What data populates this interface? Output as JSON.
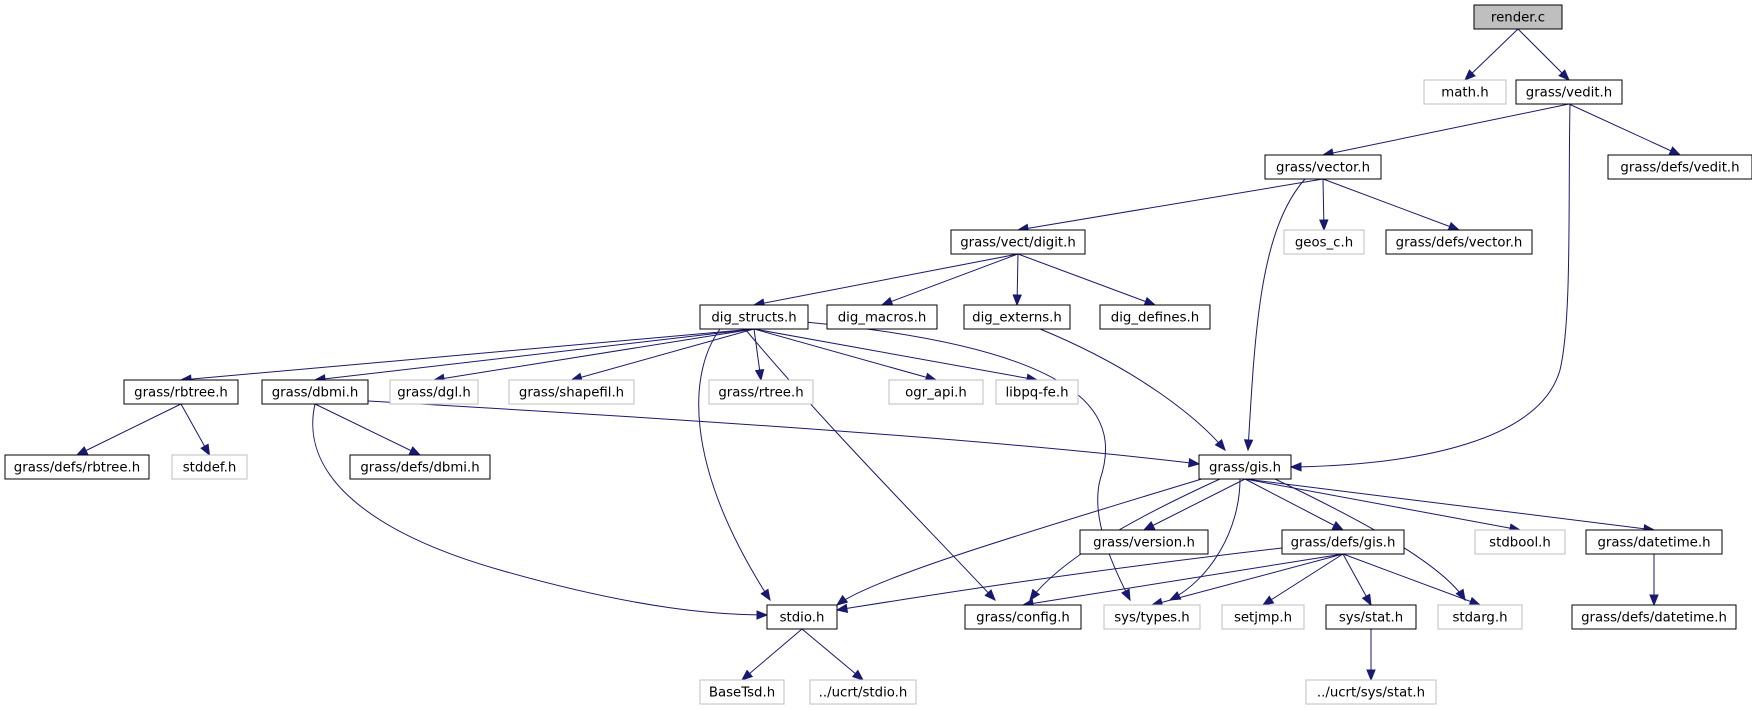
{
  "colors": {
    "edge": "#191970",
    "root_fill": "#bfbfbf",
    "node_border": "#000000",
    "external_border": "#bfbfbf"
  },
  "nodes": {
    "render_c": {
      "label": "render.c",
      "kind": "root"
    },
    "math_h": {
      "label": "math.h",
      "kind": "external"
    },
    "vedit_h": {
      "label": "grass/vedit.h",
      "kind": "local"
    },
    "vector_h": {
      "label": "grass/vector.h",
      "kind": "local"
    },
    "defs_vedit_h": {
      "label": "grass/defs/vedit.h",
      "kind": "local"
    },
    "digit_h": {
      "label": "grass/vect/digit.h",
      "kind": "local"
    },
    "geos_c_h": {
      "label": "geos_c.h",
      "kind": "external"
    },
    "defs_vector_h": {
      "label": "grass/defs/vector.h",
      "kind": "local"
    },
    "dig_structs_h": {
      "label": "dig_structs.h",
      "kind": "local"
    },
    "dig_macros_h": {
      "label": "dig_macros.h",
      "kind": "local"
    },
    "dig_externs_h": {
      "label": "dig_externs.h",
      "kind": "local"
    },
    "dig_defines_h": {
      "label": "dig_defines.h",
      "kind": "local"
    },
    "rbtree_h": {
      "label": "grass/rbtree.h",
      "kind": "local"
    },
    "dbmi_h": {
      "label": "grass/dbmi.h",
      "kind": "local"
    },
    "dgl_h": {
      "label": "grass/dgl.h",
      "kind": "external"
    },
    "shapefil_h": {
      "label": "grass/shapefil.h",
      "kind": "external"
    },
    "rtree_h": {
      "label": "grass/rtree.h",
      "kind": "external"
    },
    "ogr_api_h": {
      "label": "ogr_api.h",
      "kind": "external"
    },
    "libpq_fe_h": {
      "label": "libpq-fe.h",
      "kind": "external"
    },
    "defs_rbtree_h": {
      "label": "grass/defs/rbtree.h",
      "kind": "local"
    },
    "stddef_h": {
      "label": "stddef.h",
      "kind": "external"
    },
    "defs_dbmi_h": {
      "label": "grass/defs/dbmi.h",
      "kind": "local"
    },
    "gis_h": {
      "label": "grass/gis.h",
      "kind": "local"
    },
    "version_h": {
      "label": "grass/version.h",
      "kind": "local"
    },
    "defs_gis_h": {
      "label": "grass/defs/gis.h",
      "kind": "local"
    },
    "stdbool_h": {
      "label": "stdbool.h",
      "kind": "external"
    },
    "datetime_h": {
      "label": "grass/datetime.h",
      "kind": "local"
    },
    "stdio_h": {
      "label": "stdio.h",
      "kind": "local"
    },
    "config_h": {
      "label": "grass/config.h",
      "kind": "local"
    },
    "sys_types_h": {
      "label": "sys/types.h",
      "kind": "external"
    },
    "setjmp_h": {
      "label": "setjmp.h",
      "kind": "external"
    },
    "sys_stat_h": {
      "label": "sys/stat.h",
      "kind": "local"
    },
    "stdarg_h": {
      "label": "stdarg.h",
      "kind": "external"
    },
    "defs_datetime_h": {
      "label": "grass/defs/datetime.h",
      "kind": "local"
    },
    "basetsd_h": {
      "label": "BaseTsd.h",
      "kind": "external"
    },
    "ucrt_stdio_h": {
      "label": "../ucrt/stdio.h",
      "kind": "external"
    },
    "ucrt_sys_stat_h": {
      "label": "../ucrt/sys/stat.h",
      "kind": "external"
    }
  },
  "edges": [
    [
      "render_c",
      "math_h"
    ],
    [
      "render_c",
      "vedit_h"
    ],
    [
      "vedit_h",
      "vector_h"
    ],
    [
      "vedit_h",
      "defs_vedit_h"
    ],
    [
      "vedit_h",
      "gis_h"
    ],
    [
      "vector_h",
      "digit_h"
    ],
    [
      "vector_h",
      "gis_h"
    ],
    [
      "vector_h",
      "geos_c_h"
    ],
    [
      "vector_h",
      "defs_vector_h"
    ],
    [
      "digit_h",
      "dig_structs_h"
    ],
    [
      "digit_h",
      "dig_macros_h"
    ],
    [
      "digit_h",
      "dig_externs_h"
    ],
    [
      "digit_h",
      "dig_defines_h"
    ],
    [
      "dig_structs_h",
      "rbtree_h"
    ],
    [
      "dig_structs_h",
      "dbmi_h"
    ],
    [
      "dig_structs_h",
      "dgl_h"
    ],
    [
      "dig_structs_h",
      "shapefil_h"
    ],
    [
      "dig_structs_h",
      "stdio_h"
    ],
    [
      "dig_structs_h",
      "rtree_h"
    ],
    [
      "dig_structs_h",
      "config_h"
    ],
    [
      "dig_structs_h",
      "ogr_api_h"
    ],
    [
      "dig_structs_h",
      "libpq_fe_h"
    ],
    [
      "dig_structs_h",
      "sys_types_h"
    ],
    [
      "dig_externs_h",
      "gis_h"
    ],
    [
      "rbtree_h",
      "defs_rbtree_h"
    ],
    [
      "rbtree_h",
      "stddef_h"
    ],
    [
      "dbmi_h",
      "defs_dbmi_h"
    ],
    [
      "dbmi_h",
      "gis_h"
    ],
    [
      "dbmi_h",
      "stdio_h"
    ],
    [
      "gis_h",
      "stdio_h"
    ],
    [
      "gis_h",
      "config_h"
    ],
    [
      "gis_h",
      "version_h"
    ],
    [
      "gis_h",
      "sys_types_h"
    ],
    [
      "gis_h",
      "defs_gis_h"
    ],
    [
      "gis_h",
      "stdarg_h"
    ],
    [
      "gis_h",
      "stdbool_h"
    ],
    [
      "gis_h",
      "datetime_h"
    ],
    [
      "defs_gis_h",
      "stdio_h"
    ],
    [
      "defs_gis_h",
      "config_h"
    ],
    [
      "defs_gis_h",
      "sys_types_h"
    ],
    [
      "defs_gis_h",
      "setjmp_h"
    ],
    [
      "defs_gis_h",
      "sys_stat_h"
    ],
    [
      "defs_gis_h",
      "stdarg_h"
    ],
    [
      "datetime_h",
      "defs_datetime_h"
    ],
    [
      "stdio_h",
      "basetsd_h"
    ],
    [
      "stdio_h",
      "ucrt_stdio_h"
    ],
    [
      "sys_stat_h",
      "ucrt_sys_stat_h"
    ]
  ]
}
